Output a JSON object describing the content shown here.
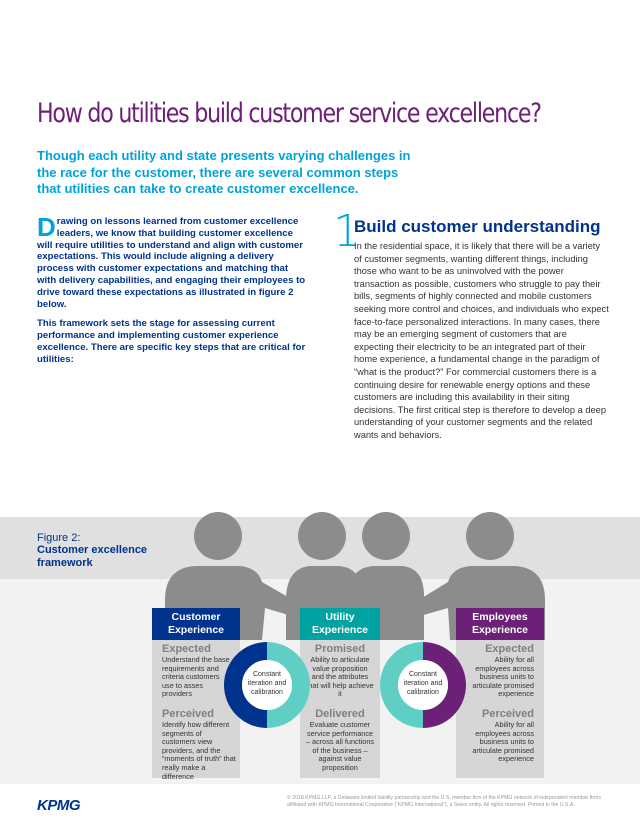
{
  "title": "How do utilities build customer service excellence?",
  "intro": "Though each utility and state presents varying challenges in the race for the customer, there are several common steps that utilities can take to create customer excellence.",
  "left_column": {
    "dropcap": "D",
    "para1": "rawing on lessons learned from customer excellence leaders, we know that building customer excellence will require utilities to understand and align with customer expectations. This would include aligning a delivery process with customer expectations and matching that with delivery capabilities, and engaging their employees to drive toward these expectations as illustrated in figure 2 below.",
    "para2": "This framework sets the stage for assessing current performance and implementing customer experience excellence. There are specific key steps that are critical for utilities:"
  },
  "section": {
    "number": "1",
    "heading": "Build customer understanding",
    "body": "In the residential space, it is likely that there will be a variety of customer segments, wanting different things, including those who want to be as uninvolved with the power transaction as possible, customers who struggle to pay their bills, segments of highly connected and mobile customers seeking more control and choices, and individuals who expect face-to-face personalized interactions. In many cases, there may be an emerging segment of customers that are expecting their electricity to be an integrated part of their home experience, a fundamental change in the paradigm of “what is the product?” For commercial customers there is a continuing desire for renewable energy options and these customers are including this availability in their siting decisions. The first critical step is therefore to develop a deep understanding of your customer segments and the related wants and behaviors."
  },
  "figure": {
    "label": "Figure 2:",
    "title": "Customer excellence framework",
    "customer": {
      "header": "Customer Experience",
      "expected_title": "Expected",
      "expected_text": "Understand the base requirements and criteria customers use to asses providers",
      "perceived_title": "Perceived",
      "perceived_text": "Identify how different segments of customers view providers, and the “moments of truth” that really make a difference"
    },
    "utility": {
      "header": "Utility Experience",
      "promised_title": "Promised",
      "promised_text": "Ability to articulate value proposition and the attributes that will help achieve it",
      "delivered_title": "Delivered",
      "delivered_text": "Evaluate customer service performance – across all functions of the business – against value proposition"
    },
    "employees": {
      "header": "Employees Experience",
      "expected_title": "Expected",
      "expected_text": "Ability for all employees across business units to articulate promised experience",
      "perceived_title": "Perceived",
      "perceived_text": "Ability for all employees across business units to articulate promised experience"
    },
    "circle_label": "Constant iteration and calibration",
    "colors": {
      "customer": "#00338d",
      "utility": "#00a3a1",
      "utility_light": "#5fcfc6",
      "employees": "#6d2077",
      "person_gray": "#8c8c8c"
    }
  },
  "footer": "© 2018 KPMG LLP, a Delaware limited liability partnership and the U.S. member firm of the KPMG network of independent member firms affiliated with KPMG International Cooperative (“KPMG International”), a Swiss entity. All rights reserved. Printed in the U.S.A.",
  "logo": "KPMG"
}
